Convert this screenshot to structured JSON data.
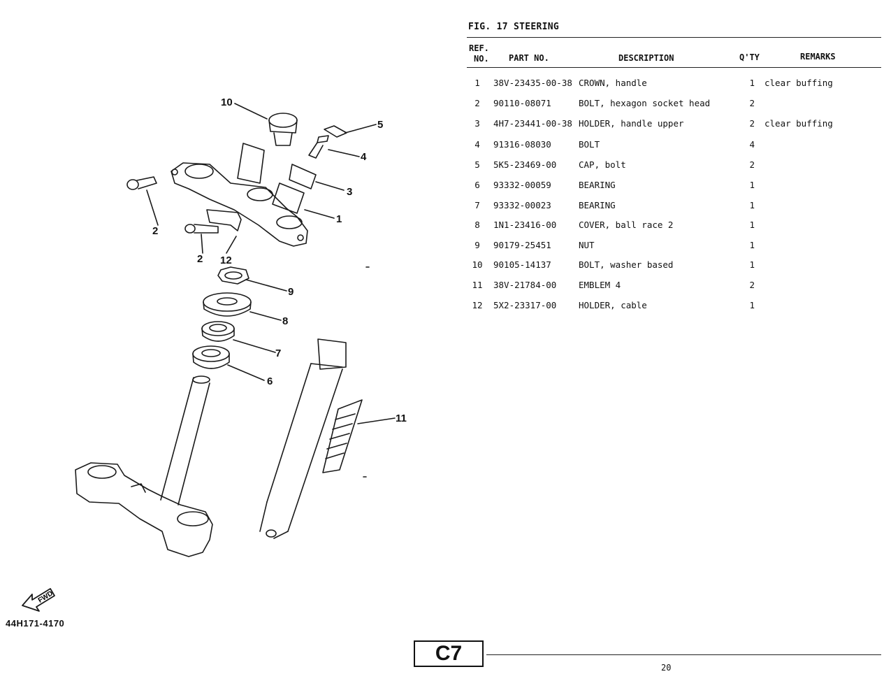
{
  "figure": {
    "title": "FIG. 17  STEERING"
  },
  "table": {
    "headers": {
      "ref_line1": "REF.",
      "ref_line2": "NO.",
      "part_no": "PART NO.",
      "description": "DESCRIPTION",
      "qty": "Q'TY",
      "remarks": "REMARKS"
    },
    "rows": [
      {
        "ref": "1",
        "part_no": "38V-23435-00-38",
        "description": "CROWN, handle",
        "qty": "1",
        "remarks": "clear buffing"
      },
      {
        "ref": "2",
        "part_no": "90110-08071",
        "description": "BOLT, hexagon socket head",
        "qty": "2",
        "remarks": ""
      },
      {
        "ref": "3",
        "part_no": "4H7-23441-00-38",
        "description": "HOLDER, handle upper",
        "qty": "2",
        "remarks": "clear buffing"
      },
      {
        "ref": "4",
        "part_no": "91316-08030",
        "description": "BOLT",
        "qty": "4",
        "remarks": ""
      },
      {
        "ref": "5",
        "part_no": "5K5-23469-00",
        "description": "CAP, bolt",
        "qty": "2",
        "remarks": ""
      },
      {
        "ref": "6",
        "part_no": "93332-00059",
        "description": "BEARING",
        "qty": "1",
        "remarks": ""
      },
      {
        "ref": "7",
        "part_no": "93332-00023",
        "description": "BEARING",
        "qty": "1",
        "remarks": ""
      },
      {
        "ref": "8",
        "part_no": "1N1-23416-00",
        "description": "COVER, ball race 2",
        "qty": "1",
        "remarks": ""
      },
      {
        "ref": "9",
        "part_no": "90179-25451",
        "description": "NUT",
        "qty": "1",
        "remarks": ""
      },
      {
        "ref": "10",
        "part_no": "90105-14137",
        "description": "BOLT, washer based",
        "qty": "1",
        "remarks": ""
      },
      {
        "ref": "11",
        "part_no": "38V-21784-00",
        "description": "EMBLEM 4",
        "qty": "2",
        "remarks": ""
      },
      {
        "ref": "12",
        "part_no": "5X2-23317-00",
        "description": "HOLDER, cable",
        "qty": "1",
        "remarks": ""
      }
    ]
  },
  "diagram": {
    "callouts": [
      "10",
      "5",
      "4",
      "3",
      "1",
      "2",
      "2",
      "12",
      "9",
      "8",
      "7",
      "6",
      "11"
    ],
    "drawing_code": "44H171-4170",
    "fwd_label": "FWD"
  },
  "footer": {
    "section_badge": "C7",
    "page_number": "20"
  }
}
